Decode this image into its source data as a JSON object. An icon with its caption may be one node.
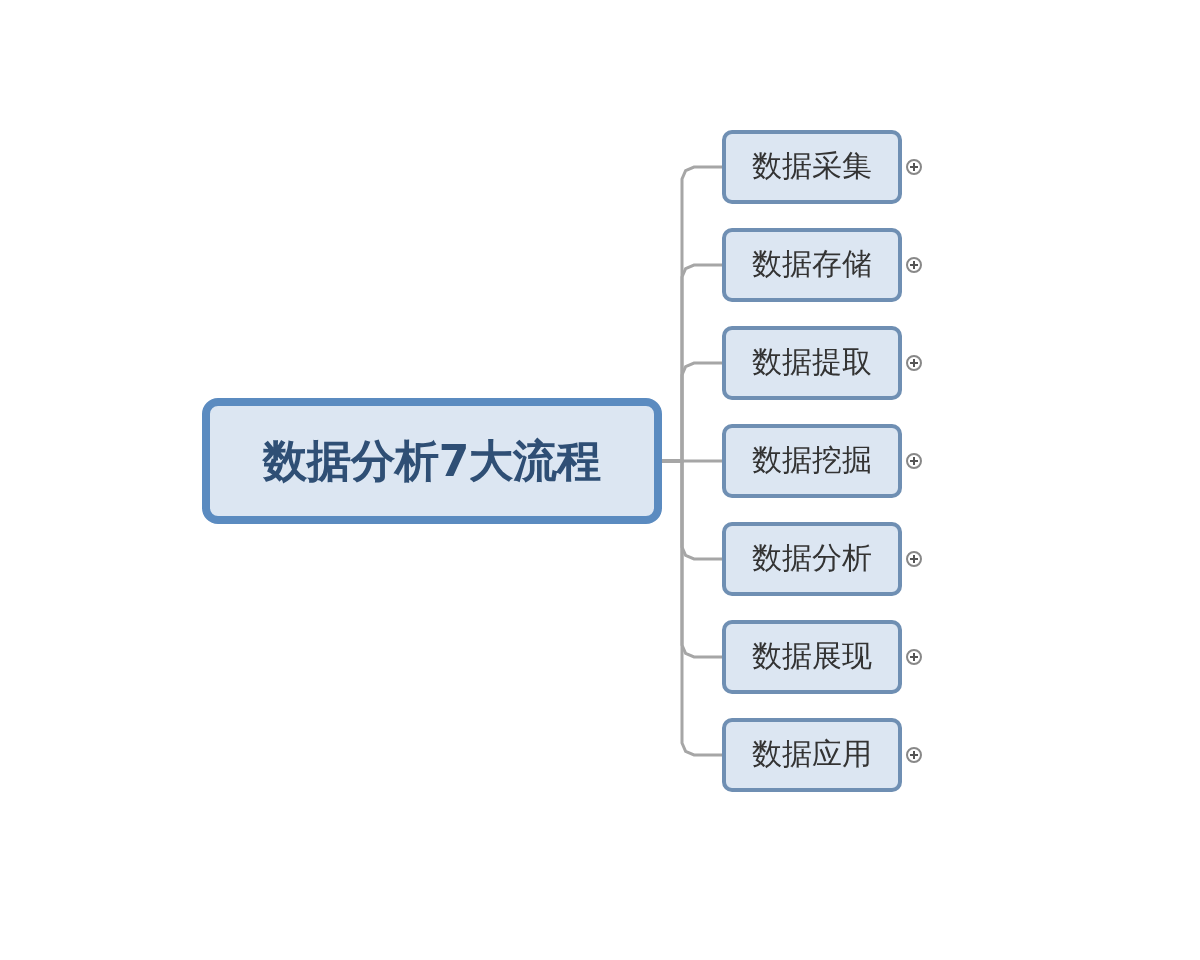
{
  "diagram": {
    "nodes": [
      {
        "text": [
          "数据分析7大流程"
        ]
      },
      {
        "text": [
          "数据采集"
        ]
      },
      {
        "text": [
          "数据存储"
        ]
      },
      {
        "text": [
          "数据提取"
        ]
      },
      {
        "text": [
          "数据挖掘"
        ]
      },
      {
        "text": [
          "数据分析"
        ]
      },
      {
        "text": [
          "数据展现"
        ]
      },
      {
        "text": [
          "数据应用"
        ]
      }
    ],
    "edges": [
      {
        "from": 0,
        "to": 1,
        "arrow": "none"
      },
      {
        "from": 0,
        "to": 2,
        "arrow": "none"
      },
      {
        "from": 0,
        "to": 3,
        "arrow": "none"
      },
      {
        "from": 0,
        "to": 4,
        "arrow": "none"
      },
      {
        "from": 0,
        "to": 5,
        "arrow": "none"
      },
      {
        "from": 0,
        "to": 6,
        "arrow": "none"
      },
      {
        "from": 0,
        "to": 7,
        "arrow": "none"
      }
    ]
  }
}
